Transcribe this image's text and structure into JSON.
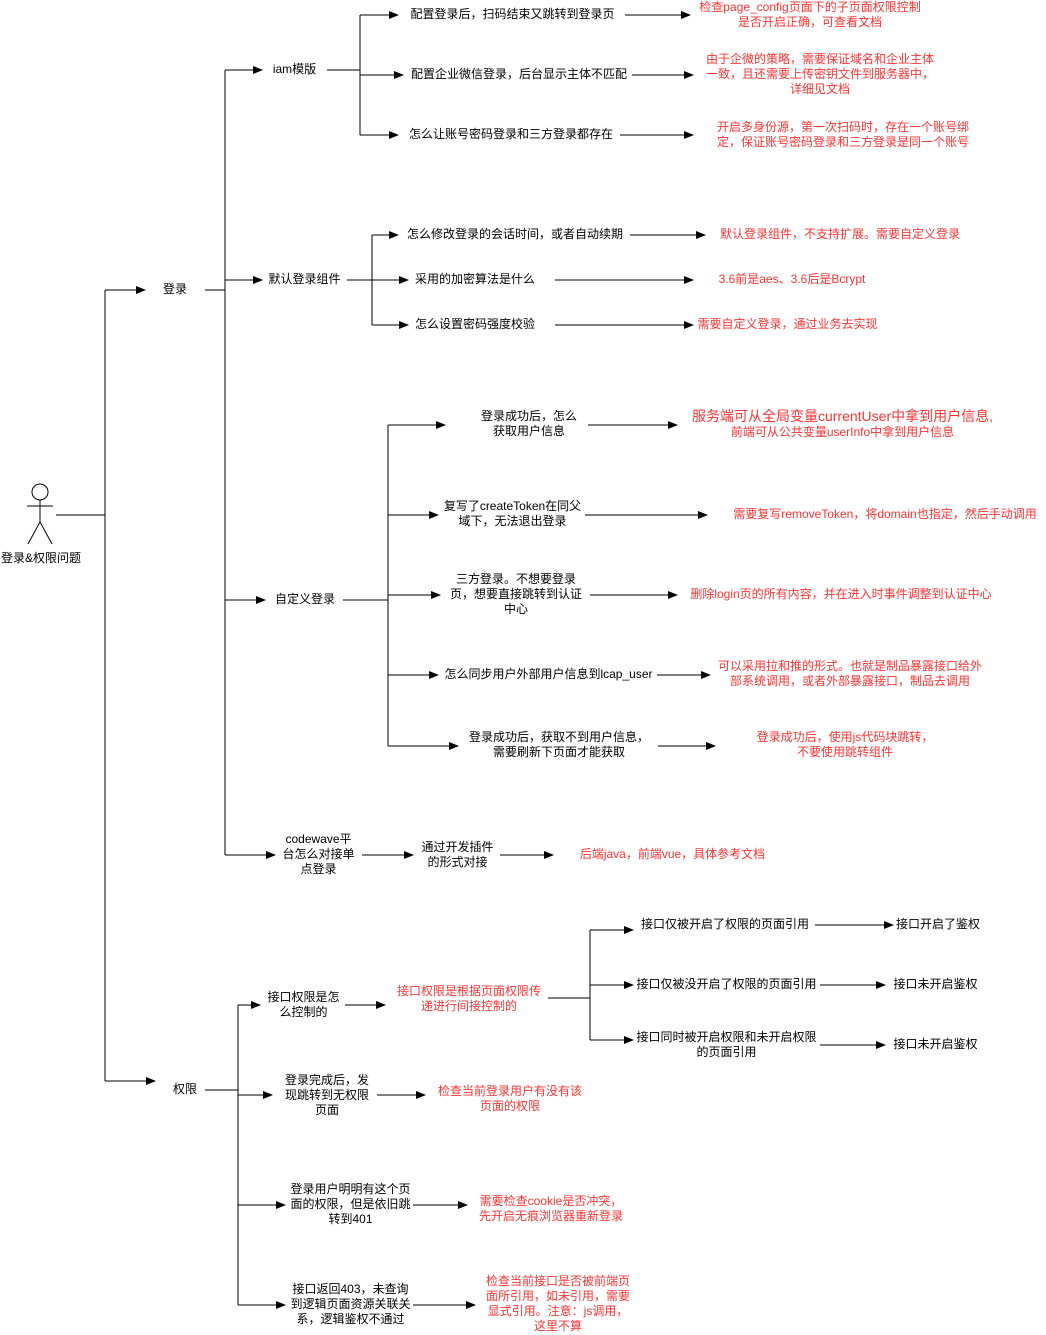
{
  "colors": {
    "line": "#000000",
    "answer": "#ff3333",
    "background": "#ffffff"
  },
  "actor": {
    "icon": "stick-figure-icon",
    "label": "登录&权限问题"
  },
  "login": {
    "label": "登录",
    "iam": {
      "label": "iam模版",
      "q1": "配置登录后，扫码结束又跳转到登录页",
      "a1": [
        "检查page_config页面下的子页面权限控制",
        "是否开启正确，可查看文档"
      ],
      "q2": "配置企业微信登录，后台显示主体不匹配",
      "a2": [
        "由于企微的策略，需要保证域名和企业主体",
        "一致，且还需要上传密钥文件到服务器中，",
        "详细见文档"
      ],
      "q3": "怎么让账号密码登录和三方登录都存在",
      "a3": [
        "开启多身份源，第一次扫码时，存在一个账号绑",
        "定，保证账号密码登录和三方登录是同一个账号"
      ]
    },
    "default": {
      "label": "默认登录组件",
      "q1": "怎么修改登录的会话时间，或者自动续期",
      "a1": "默认登录组件，不支持扩展。需要自定义登录",
      "q2": "采用的加密算法是什么",
      "a2": "3.6前是aes、3.6后是Bcrypt",
      "q3": "怎么设置密码强度校验",
      "a3": "需要自定义登录，通过业务去实现"
    },
    "custom": {
      "label": "自定义登录",
      "q1": [
        "登录成功后，怎么",
        "获取用户信息"
      ],
      "a1": [
        "服务端可从全局变量currentUser中拿到用户信息,",
        "前端可从公共变量userInfo中拿到用户信息"
      ],
      "q2": [
        "复写了createToken在同父",
        "域下，无法退出登录"
      ],
      "a2": "需要复写removeToken，将domain也指定，然后手动调用",
      "q3": [
        "三方登录。不想要登录",
        "页，想要直接跳转到认证",
        "中心"
      ],
      "a3": "删除login页的所有内容，并在进入时事件调整到认证中心",
      "q4": "怎么同步用户外部用户信息到lcap_user",
      "a4": [
        "可以采用拉和推的形式。也就是制品暴露接口给外",
        "部系统调用，或者外部暴露接口，制品去调用"
      ],
      "q5": [
        "登录成功后，获取不到用户信息，",
        "需要刷新下页面才能获取"
      ],
      "a5": [
        "登录成功后，使用js代码块跳转，",
        "不要使用跳转组件"
      ]
    },
    "sso": {
      "label": [
        "codewave平",
        "台怎么对接单",
        "点登录"
      ],
      "q1": [
        "通过开发插件",
        "的形式对接"
      ],
      "a1": "后端java，前端vue，具体参考文档"
    }
  },
  "perm": {
    "label": "权限",
    "q1": [
      "接口权限是怎",
      "么控制的"
    ],
    "a1": [
      "接口权限是根据页面权限传",
      "递进行间接控制的"
    ],
    "b1": "接口仅被开启了权限的页面引用",
    "r1": "接口开启了鉴权",
    "b2": "接口仅被没开启了权限的页面引用",
    "r2": "接口未开启鉴权",
    "b3": [
      "接口同时被开启权限和未开启权限",
      "的页面引用"
    ],
    "r3": "接口未开启鉴权",
    "q2": [
      "登录完成后，发",
      "现跳转到无权限",
      "页面"
    ],
    "a2": [
      "检查当前登录用户有没有该",
      "页面的权限"
    ],
    "q3": [
      "登录用户明明有这个页",
      "面的权限，但是依旧跳",
      "转到401"
    ],
    "a3": [
      "需要检查cookie是否冲突，",
      "先开启无痕浏览器重新登录"
    ],
    "q4": [
      "接口返回403，未查询",
      "到逻辑页面资源关联关",
      "系，逻辑鉴权不通过"
    ],
    "a4": [
      "检查当前接口是否被前端页",
      "面所引用，如未引用，需要",
      "显式引用。注意：js调用，",
      "这里不算"
    ]
  }
}
